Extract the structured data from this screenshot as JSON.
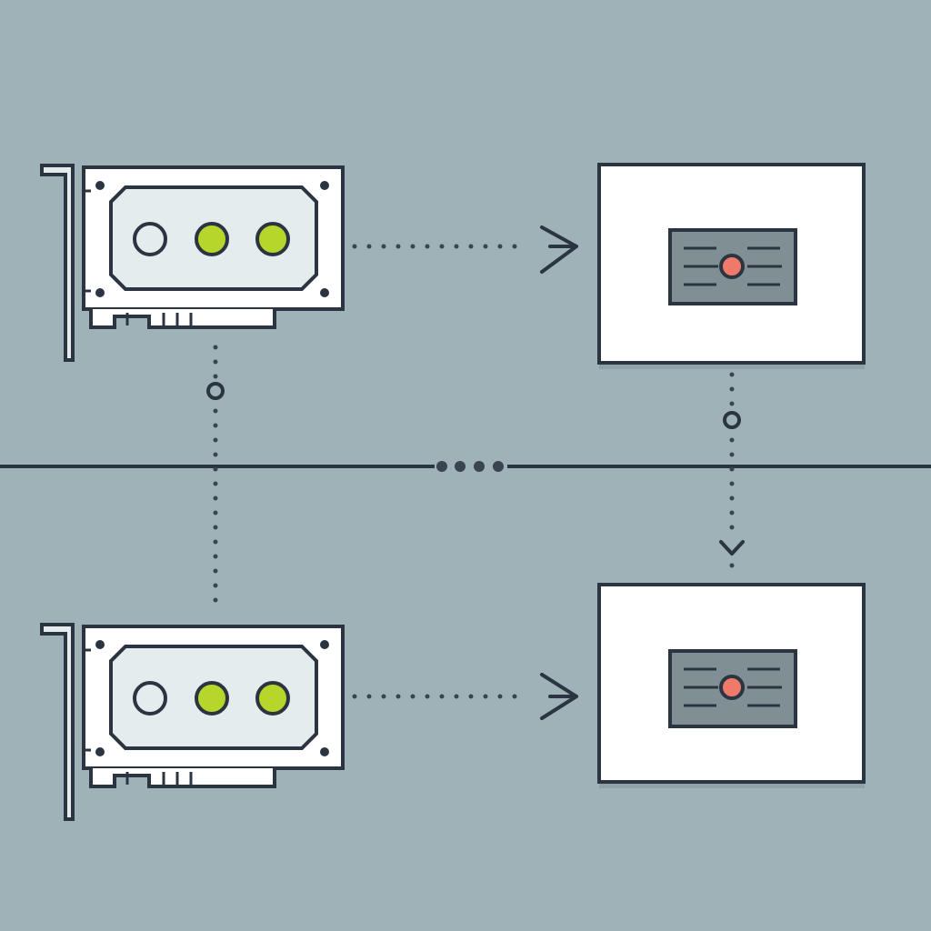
{
  "colors": {
    "background": "#9eb2b8",
    "stroke": "#2b3441",
    "card_fill": "#ffffff",
    "card_inner": "#e4ecee",
    "led_on": "#b6d62b",
    "led_off": "#e4ecee",
    "panel_fill": "#ffffff",
    "screen_fill": "#7f8f93",
    "screen_dot": "#f07a6a",
    "shadow": "#8ea2a8"
  },
  "diagram": {
    "nodes": [
      {
        "id": "card-top",
        "kind": "expansion-card",
        "leds": [
          "off",
          "on",
          "on"
        ]
      },
      {
        "id": "card-bottom",
        "kind": "expansion-card",
        "leds": [
          "off",
          "on",
          "on"
        ]
      },
      {
        "id": "display-top",
        "kind": "display-window"
      },
      {
        "id": "display-bottom",
        "kind": "display-window"
      }
    ],
    "edges": [
      {
        "from": "card-top",
        "to": "display-top",
        "style": "dotted-arrow"
      },
      {
        "from": "card-bottom",
        "to": "display-bottom",
        "style": "dotted-arrow"
      },
      {
        "from": "card-top",
        "to": "card-bottom",
        "style": "dotted",
        "marker": "ring"
      },
      {
        "from": "display-top",
        "to": "display-bottom",
        "style": "dotted-arrow",
        "marker": "ring"
      }
    ],
    "divider": {
      "style": "solid-line-with-ellipsis"
    }
  }
}
